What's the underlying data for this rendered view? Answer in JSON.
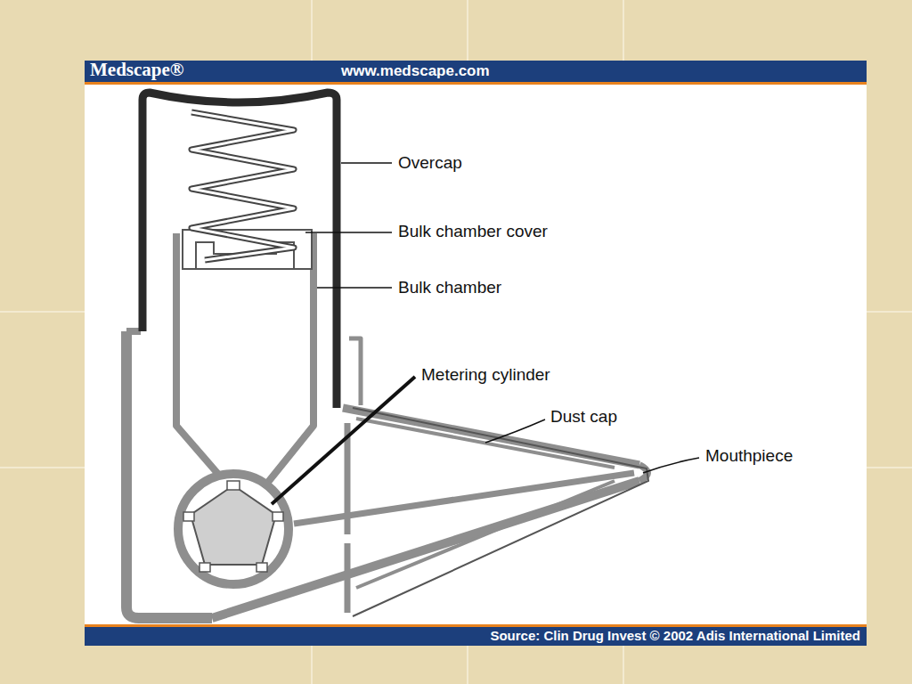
{
  "diagram": {
    "labels": [
      "Medscape®",
      "www.medscape.com",
      "Overcap",
      "Bulk chamber cover",
      "Bulk chamber",
      "Metering cylinder",
      "Dust cap",
      "Mouthpiece",
      "Source: Clin Drug Invest © 2002 Adis International Limited"
    ]
  }
}
